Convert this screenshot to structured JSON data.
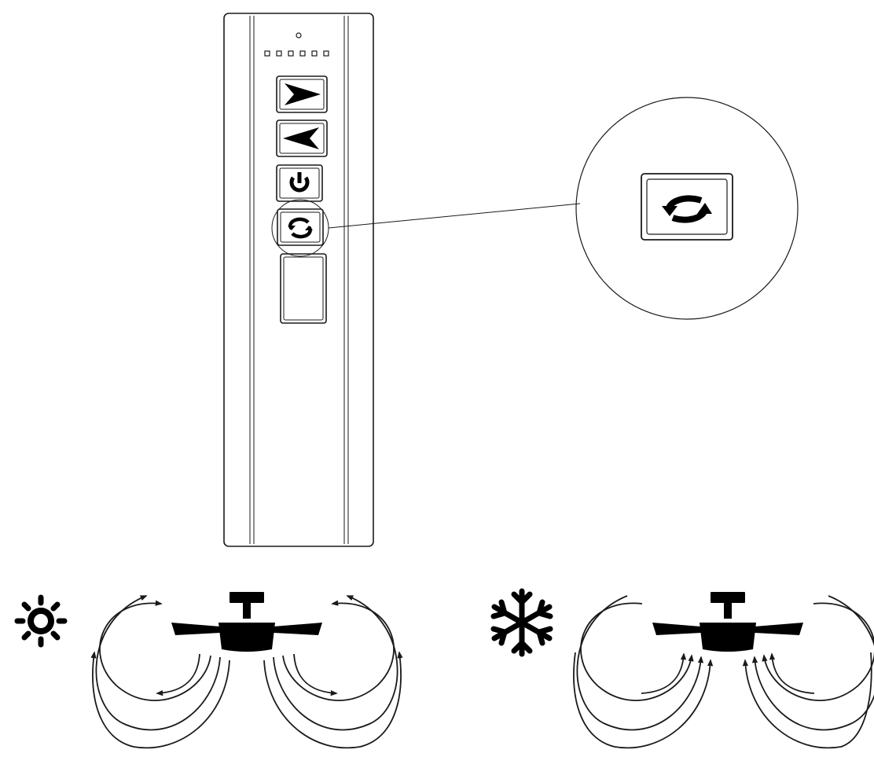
{
  "figure": {
    "subject": "remote-control-reverse-button-diagram",
    "remote": {
      "indicator_leds": 6,
      "buttons": [
        {
          "id": "forward",
          "icon": "arrow-right-icon"
        },
        {
          "id": "reverse-speed",
          "icon": "arrow-left-icon"
        },
        {
          "id": "power",
          "icon": "power-icon"
        },
        {
          "id": "reverse-direction",
          "icon": "reverse-arrows-icon",
          "highlighted": true
        },
        {
          "id": "blank",
          "icon": ""
        }
      ]
    },
    "zoom_callout": {
      "icon": "reverse-arrows-icon"
    },
    "modes": [
      {
        "id": "summer",
        "icon": "sun-icon",
        "airflow": "downward"
      },
      {
        "id": "winter",
        "icon": "snowflake-icon",
        "airflow": "upward"
      }
    ],
    "colors": {
      "line": "#1a1a1a",
      "fill": "#000000",
      "background": "#ffffff"
    }
  }
}
